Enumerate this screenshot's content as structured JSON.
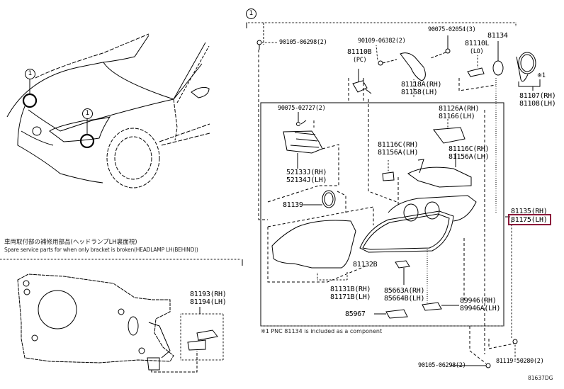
{
  "diagram": {
    "ref_marker": "1",
    "hardware": {
      "screw_top_left": "90105-06298(2)",
      "screw_bracket": "90109-06382(2)",
      "screw_top_right": "90075-02054(3)",
      "screw_inner": "90075-02727(2)",
      "screw_bottom": "90105-06298(2)",
      "clip_bottom": "81119-50280(2)"
    },
    "parts": {
      "p81110B": "81110B",
      "p81110B_sub": "(PC)",
      "p81110L": "81110L",
      "p81110L_sub": "(LO)",
      "p81134": "81134",
      "p81118A": "81118A(RH)",
      "p81158": "81158(LH)",
      "p81107": "81107(RH)",
      "p81108": "81108(LH)",
      "note_mark": "※1",
      "p81126A": "81126A(RH)",
      "p81166": "81166(LH)",
      "p81116C_a": "81116C(RH)",
      "p81156A_a": "81156A(LH)",
      "p81116C_b": "81116C(RH)",
      "p81156A_b": "81156A(LH)",
      "p52133J": "52133J(RH)",
      "p52134J": "52134J(LH)",
      "p81139": "81139",
      "p81135": "81135(RH)",
      "p81175": "81175(LH)",
      "p81132B": "81132B",
      "p81131B": "81131B(RH)",
      "p81171B": "81171B(LH)",
      "p85663A": "85663A(RH)",
      "p85664B": "85664B(LH)",
      "p89946": "89946(RH)",
      "p89946A": "89946A(LH)",
      "p85967": "85967",
      "p81193": "81193(RH)",
      "p81194": "81194(LH)"
    },
    "footnote": "※1 PNC 81134 is included as a component",
    "repair_title_jp": "車両取付部の補修用部品(ヘッドランプLH裏面視)",
    "repair_title_en": "Spare service parts for when only bracket is broken(HEADLAMP LH(BEHIND))",
    "drawing_code": "81637DG",
    "highlight_color": "#8b1a3a"
  }
}
